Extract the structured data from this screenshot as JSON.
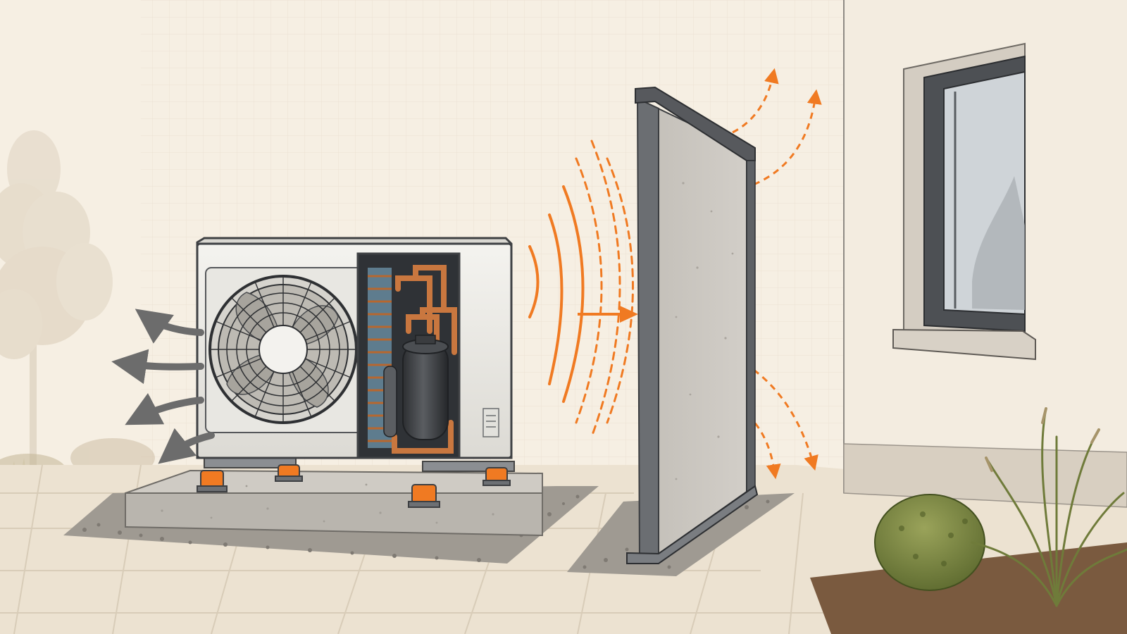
{
  "illustration": {
    "subject": "heat-pump-noise-barrier",
    "elements": [
      "outdoor-heat-pump-unit",
      "fan-guard",
      "compressor",
      "copper-piping",
      "anti-vibration-feet",
      "concrete-pad",
      "gravel-bed",
      "acoustic-barrier-wall",
      "house-wall",
      "window",
      "shrub",
      "ornamental-grass"
    ],
    "colors": {
      "accent": "#f07a22",
      "airflow": "#7a7a7a",
      "background": "#f6efe3",
      "house_wall": "#f3ece0",
      "barrier": "#c9c5bf",
      "frame": "#55585c",
      "unit_body": "#ecebe6",
      "compressor": "#3a3c3f",
      "copper": "#c9773f"
    }
  }
}
